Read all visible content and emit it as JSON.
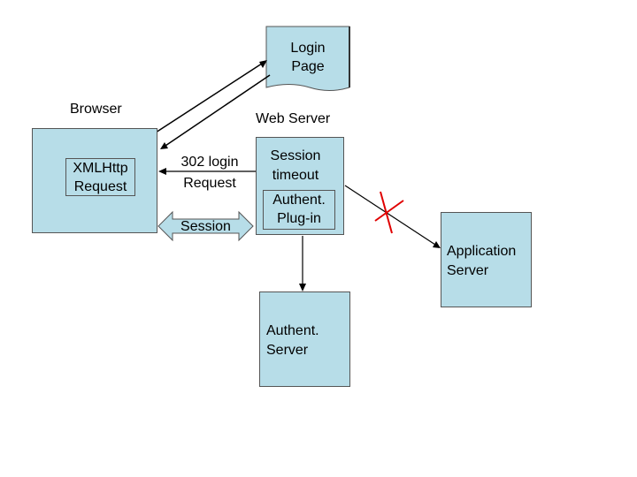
{
  "nodes": {
    "login_page": {
      "line1": "Login",
      "line2": "Page"
    },
    "browser": {
      "title": "Browser",
      "inner_line1": "XMLHttp",
      "inner_line2": "Request"
    },
    "web_server": {
      "title": "Web Server",
      "session_line1": "Session",
      "session_line2": "timeout",
      "plugin_line1": "Authent.",
      "plugin_line2": "Plug-in"
    },
    "application_server": {
      "line1": "Application",
      "line2": "Server"
    },
    "authent_server": {
      "line1": "Authent.",
      "line2": "Server"
    }
  },
  "edges": {
    "redirect": {
      "line1": "302 login",
      "line2": "Request"
    },
    "session": {
      "label": "Session"
    }
  },
  "colors": {
    "box_fill": "#b7dde8",
    "box_border": "#555555",
    "line": "#000000",
    "blocked_mark": "#e00000"
  }
}
